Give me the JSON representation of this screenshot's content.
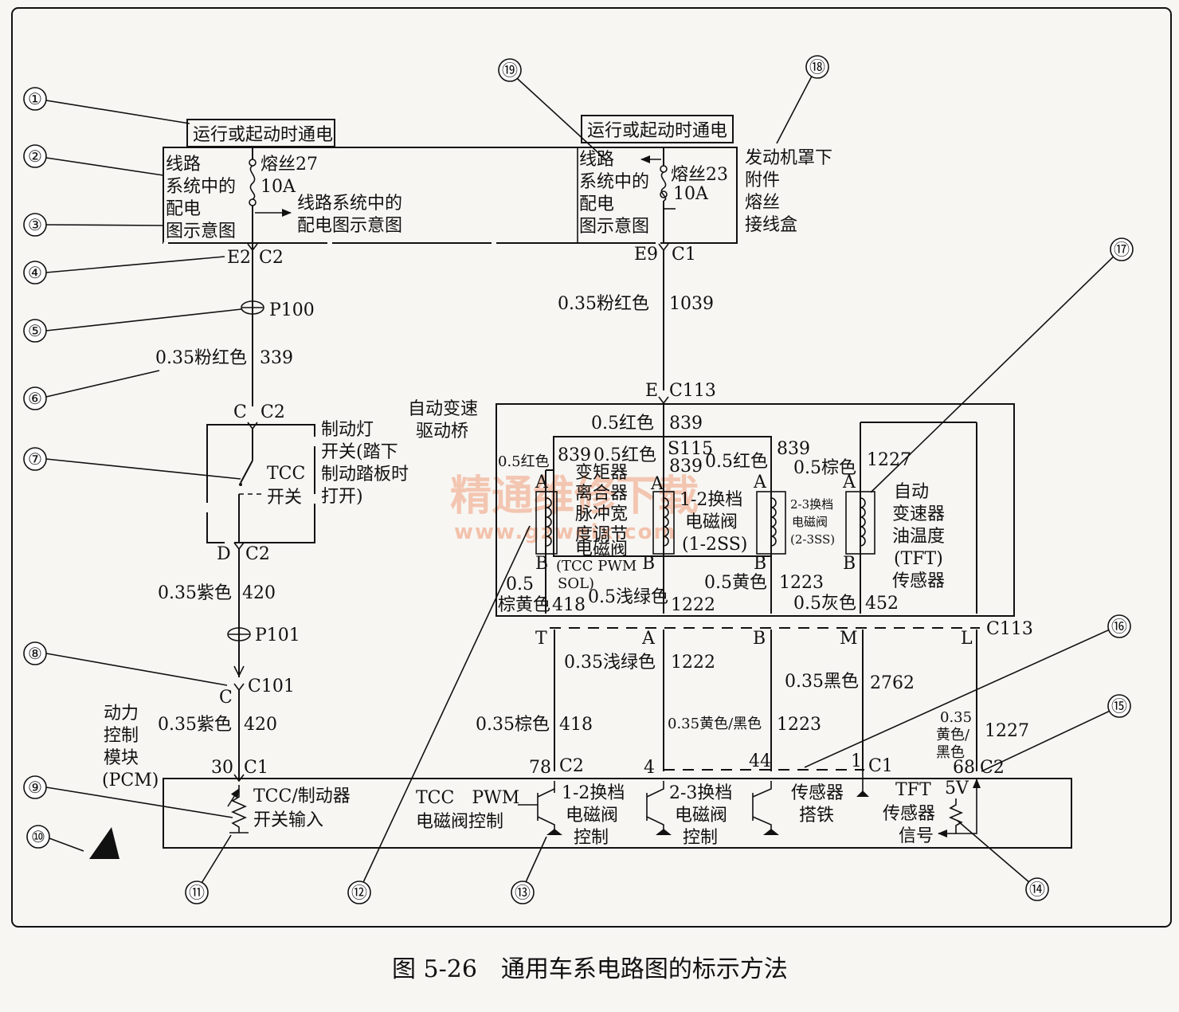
{
  "caption": "图 5-26　通用车系电路图的标示方法",
  "watermark": {
    "main": "精通维修下载",
    "url": "www.gzweix.com"
  },
  "callouts": [
    "①",
    "②",
    "③",
    "④",
    "⑤",
    "⑥",
    "⑦",
    "⑧",
    "⑨",
    "⑩",
    "⑪",
    "⑫",
    "⑬",
    "⑭",
    "⑮",
    "⑯",
    "⑰",
    "⑱",
    "⑲"
  ],
  "left": {
    "power_note": "运行或起动时通电",
    "fuse_block_lines": [
      "线路",
      "系统中的",
      "配电",
      "图示意图"
    ],
    "fuse_name": "熔丝27",
    "fuse_rating": "10A",
    "ref_note_lines": [
      "线路系统中的",
      "配电图示意图"
    ],
    "conn1_pin": "E2",
    "conn1_name": "C2",
    "splice1": "P100",
    "wire1_color": "0.35粉红色",
    "wire1_circuit": "339",
    "conn2_pin": "C",
    "conn2_name": "C2",
    "switch_lines": [
      "制动灯",
      "开关(踏下",
      "制动踏板时",
      "打开)"
    ],
    "switch_inner_lines": [
      "TCC",
      "开关"
    ],
    "conn3_pin": "D",
    "conn3_name": "C2",
    "wire2_color": "0.35紫色",
    "wire2_circuit": "420",
    "splice2": "P101",
    "conn4_pin": "C",
    "conn4_name": "C101",
    "wire3_color": "0.35紫色",
    "wire3_circuit": "420",
    "pcm_lines": [
      "动力",
      "控制",
      "模块",
      "(PCM)"
    ],
    "pcm_pin": "30",
    "pcm_conn": "C1"
  },
  "right": {
    "power_note": "运行或起动时通电",
    "fuse_block_lines": [
      "线路",
      "系统中的",
      "配电",
      "图示意图"
    ],
    "fuse_name": "熔丝23",
    "fuse_rating": "10A",
    "underhood_lines": [
      "发动机罩下",
      "附件",
      "熔丝",
      "接线盒"
    ],
    "conn_pin": "E9",
    "conn_name": "C1",
    "wire_color": "0.35粉红色",
    "wire_circuit": "1039",
    "trans_conn_pin": "E",
    "trans_conn_name": "C113",
    "transaxle_lines": [
      "自动变速",
      "驱动桥"
    ],
    "feed_wire_color": "0.5红色",
    "feed_wire_circuit": "839",
    "splice": "S115",
    "tcc_feed_color": "0.5红色",
    "tcc_feed_circuit": "839",
    "tcc_feed2_color": "0.5红色",
    "tcc_feed2_circuit": "839",
    "ss12_feed_circuit": "839",
    "ss12_feed_color": "0.5红色",
    "ss23_feed_circuit": "839",
    "tft_feed_color": "0.5棕色",
    "tft_feed_circuit": "1227",
    "sol_tcc_lines": [
      "变矩器",
      "离合器",
      "脉冲宽",
      "度调节",
      "电磁阀"
    ],
    "sol_tcc_abbr_lines": [
      "(TCC PWM",
      "SOL)"
    ],
    "sol_12_lines": [
      "1-2换档",
      "电磁阀",
      "(1-2SS)"
    ],
    "sol_23_lines": [
      "2-3换档",
      "电磁阀",
      "(2-3SS)"
    ],
    "tft_lines": [
      "自动",
      "变速器",
      "油温度",
      "(TFT)",
      "传感器"
    ],
    "pin_a": "A",
    "pin_b": "B",
    "tcc_out_color_lines": [
      "0.5",
      "棕黄色"
    ],
    "tcc_out_circuit": "418",
    "ss12_out_color": "0.5浅绿色",
    "ss12_out_circuit": "1222",
    "ss23_out_color": "0.5黄色",
    "ss23_out_circuit": "1223",
    "tft_out_color": "0.5灰色",
    "tft_out_circuit": "452",
    "bottom_conn": {
      "pins": [
        "T",
        "A",
        "B",
        "M",
        "L"
      ],
      "name": "C113"
    },
    "wires": [
      {
        "color": "0.35棕色",
        "circuit": "418"
      },
      {
        "color": "0.35浅绿色",
        "circuit": "1222"
      },
      {
        "color": "0.35黄色/黑色",
        "circuit": "1223"
      },
      {
        "color": "0.35黑色",
        "circuit": "2762"
      },
      {
        "color_lines": [
          "0.35",
          "黄色/",
          "黑色"
        ],
        "circuit": "1227"
      }
    ],
    "pcm_pins": [
      {
        "pin": "78",
        "conn": "C2"
      },
      {
        "pin": "4",
        "conn": ""
      },
      {
        "pin": "44",
        "conn": ""
      },
      {
        "pin": "1",
        "conn": "C1"
      },
      {
        "pin": "68",
        "conn": "C2"
      }
    ]
  },
  "pcm": {
    "input_lines": [
      "TCC/制动器",
      "开关输入"
    ],
    "tcc_pwm_lines": [
      "TCC　PWM",
      "电磁阀控制"
    ],
    "ss12_ctrl_lines": [
      "1-2换档",
      "电磁阀",
      "控制"
    ],
    "ss23_ctrl_lines": [
      "2-3换档",
      "电磁阀",
      "控制"
    ],
    "sensor_gnd_lines": [
      "传感器",
      "搭铁"
    ],
    "tft_sig_lines": [
      "TFT",
      "传感器",
      "信号"
    ],
    "ref_voltage": "5V"
  }
}
